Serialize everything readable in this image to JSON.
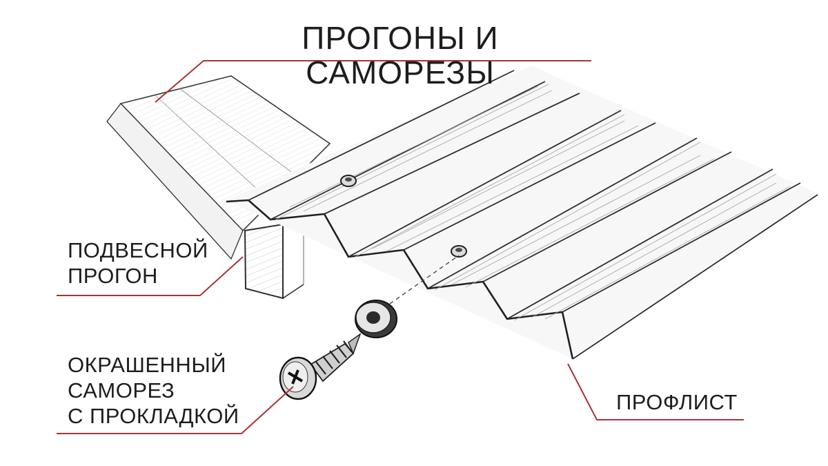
{
  "title": "ПРОГОНЫ И САМОРЕЗЫ",
  "labels": {
    "purlin": {
      "line1": "ПОДВЕСНОЙ",
      "line2": "ПРОГОН"
    },
    "screw": {
      "line1": "ОКРАШЕННЫЙ",
      "line2": "САМОРЕЗ",
      "line3": "С ПРОКЛАДКОЙ"
    },
    "sheet": "ПРОФЛИСТ"
  },
  "colors": {
    "leader": "#a83236",
    "ink": "#2b2b2b",
    "background": "#ffffff"
  },
  "icons": [
    "screw-icon",
    "washer-icon"
  ]
}
